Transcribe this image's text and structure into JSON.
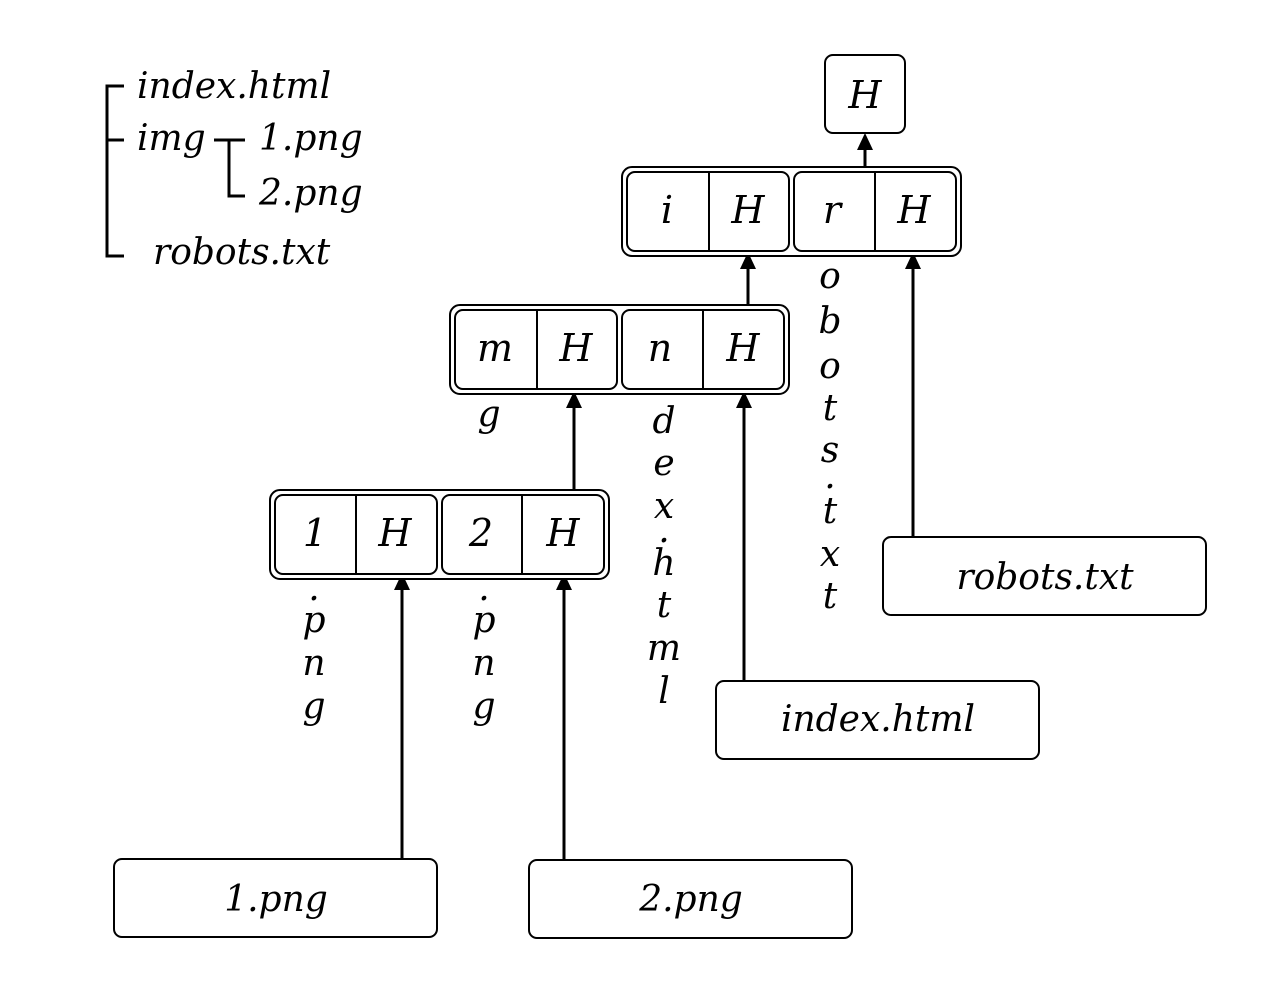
{
  "tree": {
    "items": [
      {
        "label": "index.html"
      },
      {
        "label": "img",
        "children": [
          {
            "label": "1.png"
          },
          {
            "label": "2.png"
          }
        ]
      },
      {
        "label": "robots.txt"
      }
    ]
  },
  "root_node": {
    "label": "H"
  },
  "nodes": {
    "top": {
      "cells": [
        "i",
        "H",
        "r",
        "H"
      ]
    },
    "mid": {
      "cells": [
        "m",
        "H",
        "n",
        "H"
      ]
    },
    "low": {
      "cells": [
        "1",
        "H",
        "2",
        "H"
      ]
    }
  },
  "edge_labels": {
    "robots_suffix": [
      "o",
      "b",
      "o",
      "t",
      "s",
      ".",
      "t",
      "x",
      "t"
    ],
    "index_suffix": [
      "d",
      "e",
      "x",
      ".",
      "h",
      "t",
      "m",
      "l"
    ],
    "img_suffix": [
      "g"
    ],
    "png1_suffix": [
      ".",
      "p",
      "n",
      "g"
    ],
    "png2_suffix": [
      ".",
      "p",
      "n",
      "g"
    ]
  },
  "leaves": {
    "robots": "robots.txt",
    "index": "index.html",
    "png1": "1.png",
    "png2": "2.png"
  }
}
